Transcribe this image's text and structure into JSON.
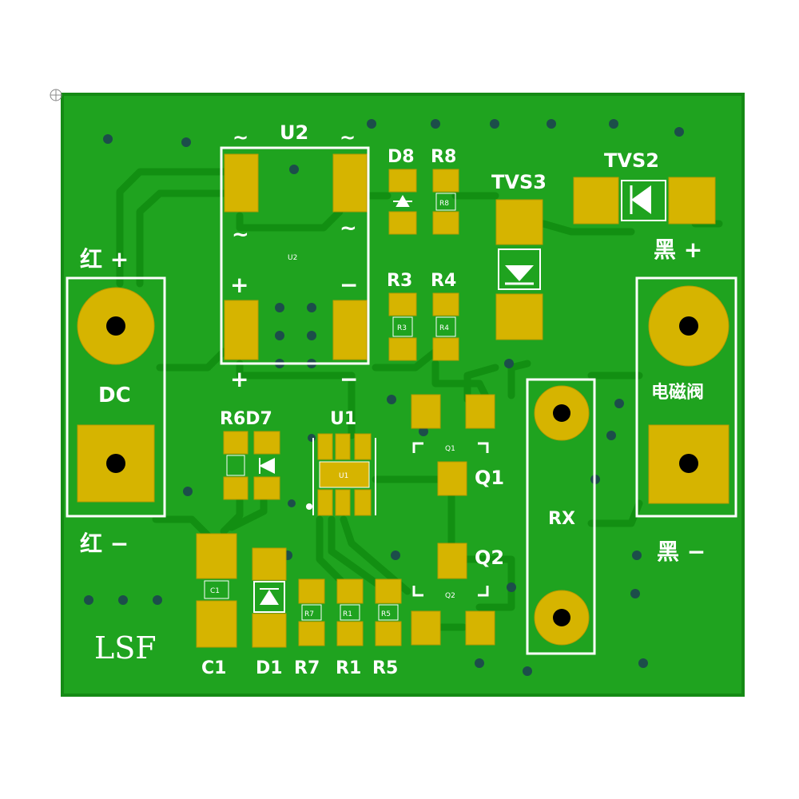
{
  "colors": {
    "board": "#1fa31f",
    "board_edge": "#158a15",
    "pad": "#d6b400",
    "silkscreen": "#ffffff",
    "via": "#1c4e4a"
  },
  "labels": {
    "u2": "U2",
    "u2_small": "U2",
    "ac_tl": "~",
    "ac_tr": "~",
    "ac_ml": "~",
    "ac_mr": "~",
    "u2_plus_top": "+",
    "u2_minus_top": "−",
    "u2_plus_bottom": "+",
    "u2_minus_bottom": "−",
    "d8": "D8",
    "r8": "R8",
    "r8_small": "R8",
    "tvs3": "TVS3",
    "tvs2": "TVS2",
    "r3": "R3",
    "r4": "R4",
    "r3_small": "R3",
    "r4_small": "R4",
    "red_plus": "红 +",
    "red_minus": "红 −",
    "black_plus": "黑 +",
    "black_minus": "黑 −",
    "dc": "DC",
    "valve": "电磁阀",
    "r6d7": "R6D7",
    "u1": "U1",
    "u1_small": "U1",
    "q1": "Q1",
    "q1_small": "Q1",
    "q2": "Q2",
    "q2_small": "Q2",
    "rx": "RX",
    "c1": "C1",
    "d1": "D1",
    "r7": "R7",
    "r1": "R1",
    "r5": "R5",
    "r7_small": "R7",
    "r1_small": "R1",
    "r5_small": "R5",
    "c1_small": "C1",
    "logo": "LSF"
  }
}
